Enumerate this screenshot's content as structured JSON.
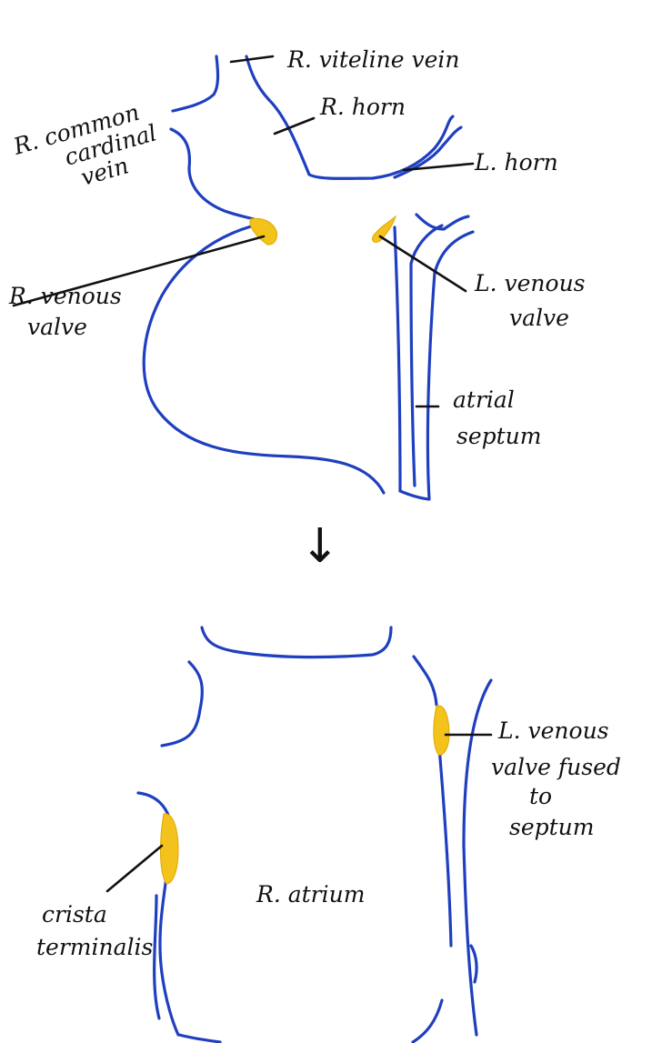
{
  "colors": {
    "vessel": "#1f3fbf",
    "valve": "#f4c21c",
    "ink": "#111111"
  },
  "top": {
    "labels": {
      "r_viteline_vein": "R. viteline vein",
      "r_horn": "R. horn",
      "r_common_cardinal_vein_1": "R. common",
      "r_common_cardinal_vein_2": "cardinal",
      "r_common_cardinal_vein_3": "vein",
      "l_horn": "L. horn",
      "r_venous_valve_1": "R. venous",
      "r_venous_valve_2": "valve",
      "l_venous_valve_1": "L. venous",
      "l_venous_valve_2": "valve",
      "atrial_septum_1": "atrial",
      "atrial_septum_2": "septum"
    }
  },
  "arrow": {
    "glyph": "↓"
  },
  "bottom": {
    "labels": {
      "l_venous_valve_fused_1": "L. venous",
      "l_venous_valve_fused_2": "valve fused",
      "l_venous_valve_fused_3": "to",
      "l_venous_valve_fused_4": "septum",
      "r_atrium": "R. atrium",
      "crista_terminalis_1": "crista",
      "crista_terminalis_2": "terminalis"
    }
  }
}
